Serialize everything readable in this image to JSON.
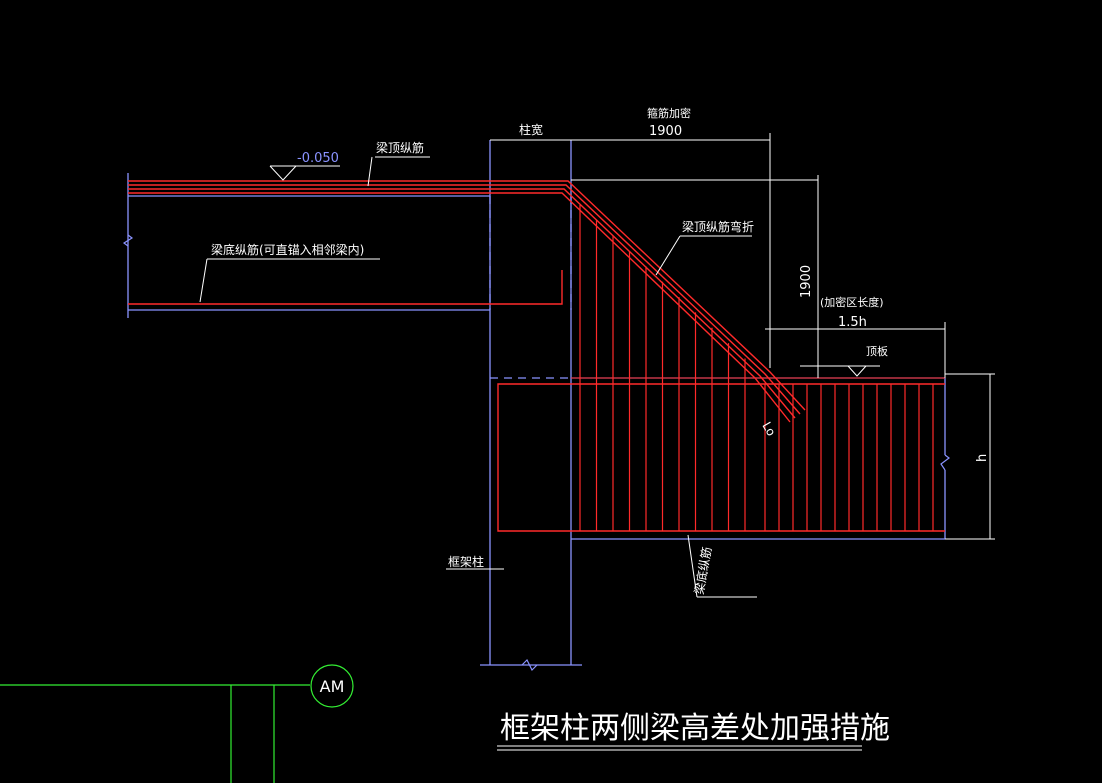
{
  "colors": {
    "background": "#000000",
    "concrete": "#8a93ff",
    "rebar": "#ff2a2a",
    "dimension": "#ffffff",
    "grid": "#33ee33",
    "text": "#ffffff"
  },
  "labels": {
    "elevation": "-0.050",
    "beam_top_rebar": "梁顶纵筋",
    "beam_bottom_rebar": "梁底纵筋(可直锚入相邻梁内)",
    "column_width": "柱宽",
    "stirrup_densify": "箍筋加密",
    "dim_top": "1900",
    "top_rebar_bend": "梁顶纵筋弯折",
    "dim_vertical": "1900",
    "densify_length": "(加密区长度)",
    "densify_value": "1.5h",
    "slab_top": "顶板",
    "lo": "Lo",
    "h": "h",
    "frame_column": "框架柱",
    "beam_bottom_rebar_2": "梁底纵筋",
    "grid_axis": "AM",
    "title": "框架柱两侧梁高差处加强措施"
  }
}
